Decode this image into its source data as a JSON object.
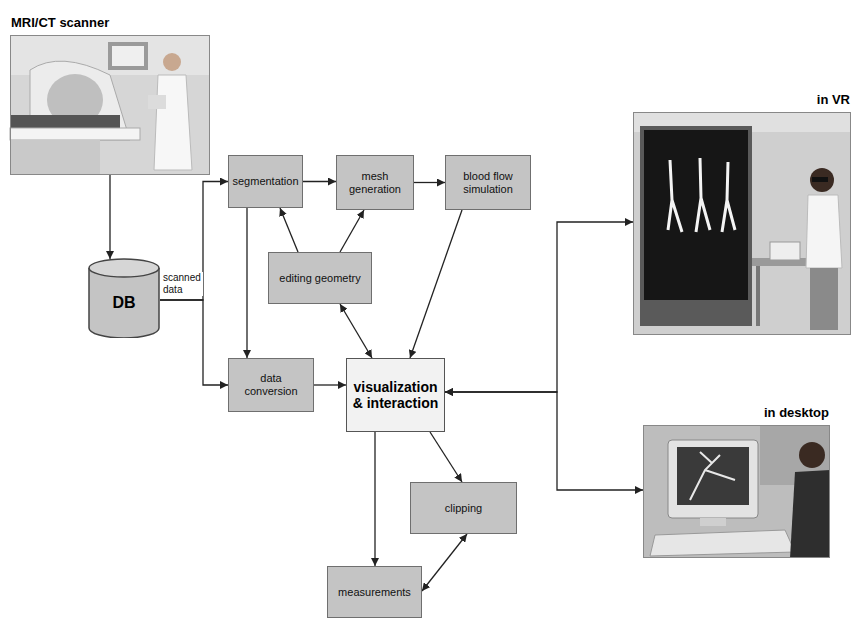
{
  "diagram": {
    "nodes": [
      {
        "text": [
          "MRI/CT scanner"
        ]
      },
      {
        "text": [
          "DB"
        ]
      },
      {
        "text": [
          "segmentation"
        ]
      },
      {
        "text": [
          "mesh generation"
        ]
      },
      {
        "text": [
          "blood flow simulation"
        ]
      },
      {
        "text": [
          "in VR"
        ]
      },
      {
        "text": [
          "editing geometry"
        ]
      },
      {
        "text": [
          "data conversion"
        ]
      },
      {
        "text": [
          "visualization & interaction"
        ]
      },
      {
        "text": [
          "in desktop"
        ]
      },
      {
        "text": [
          "clipping"
        ]
      },
      {
        "text": [
          "measurements"
        ]
      }
    ],
    "edges": [
      {
        "from": 0,
        "to": 1,
        "arrow": "to"
      },
      {
        "from": 1,
        "to": 2,
        "arrow": "to",
        "label": "scanned data"
      },
      {
        "from": 1,
        "to": 7,
        "arrow": "to"
      },
      {
        "from": 2,
        "to": 3,
        "arrow": "to"
      },
      {
        "from": 3,
        "to": 4,
        "arrow": "to"
      },
      {
        "from": 2,
        "to": 7,
        "arrow": "to"
      },
      {
        "from": 6,
        "to": 2,
        "arrow": "to"
      },
      {
        "from": 6,
        "to": 3,
        "arrow": "to"
      },
      {
        "from": 6,
        "to": 8,
        "arrow": "both"
      },
      {
        "from": 4,
        "to": 8,
        "arrow": "to"
      },
      {
        "from": 7,
        "to": 8,
        "arrow": "to"
      },
      {
        "from": 8,
        "to": 5,
        "arrow": "both"
      },
      {
        "from": 8,
        "to": 9,
        "arrow": "both"
      },
      {
        "from": 8,
        "to": 10,
        "arrow": "to"
      },
      {
        "from": 8,
        "to": 11,
        "arrow": "to"
      },
      {
        "from": 11,
        "to": 10,
        "arrow": "both"
      }
    ]
  }
}
